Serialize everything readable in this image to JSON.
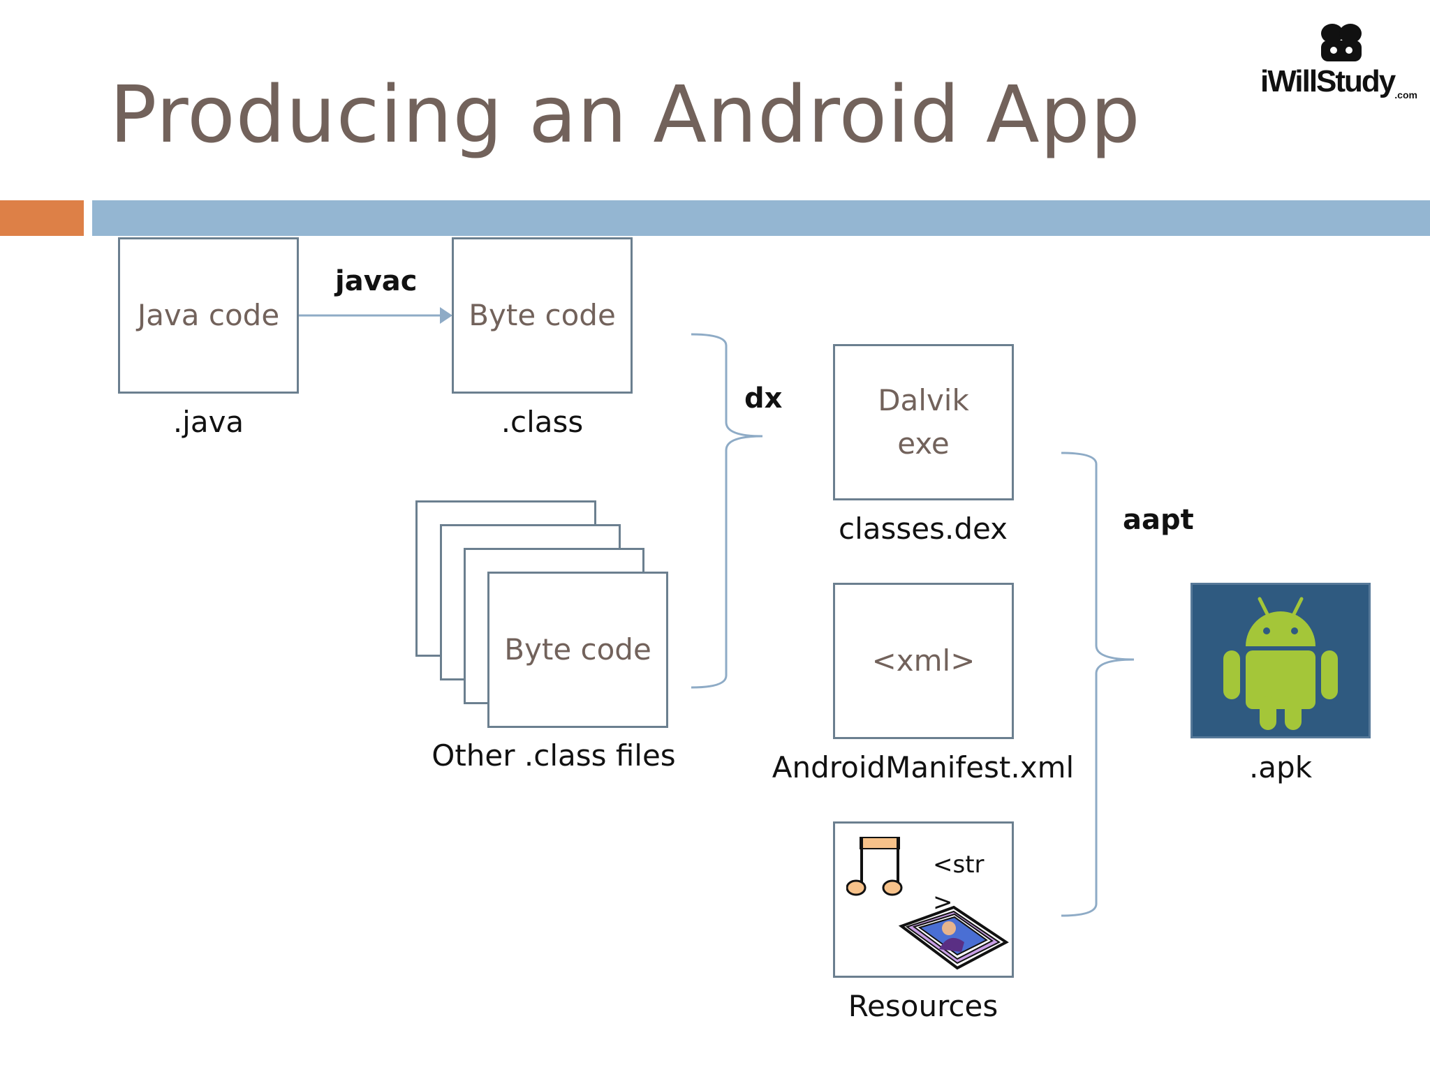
{
  "slide": {
    "title": "Producing an Android App",
    "logo_text": "iWillStudy",
    "logo_suffix": ".com"
  },
  "boxes": {
    "java_code": "Java code",
    "byte_code": "Byte code",
    "other_byte_code": "Byte code",
    "dalvik_line1": "Dalvik",
    "dalvik_line2": "exe",
    "xml": "<xml>",
    "res_str_line1": "<str",
    "res_str_line2": ">"
  },
  "labels": {
    "java": ".java",
    "class": ".class",
    "other_class_files": "Other .class files",
    "classes_dex": "classes.dex",
    "manifest": "AndroidManifest.xml",
    "resources": "Resources",
    "apk": ".apk"
  },
  "tools": {
    "javac": "javac",
    "dx": "dx",
    "aapt": "aapt"
  },
  "colors": {
    "title": "#72625b",
    "accent_orange": "#dd8047",
    "accent_blue": "#94b6d2",
    "box_border": "#6b7f8f",
    "connector": "#8eabc6",
    "apk_background": "#2f5a80",
    "android_green": "#a4c639"
  }
}
